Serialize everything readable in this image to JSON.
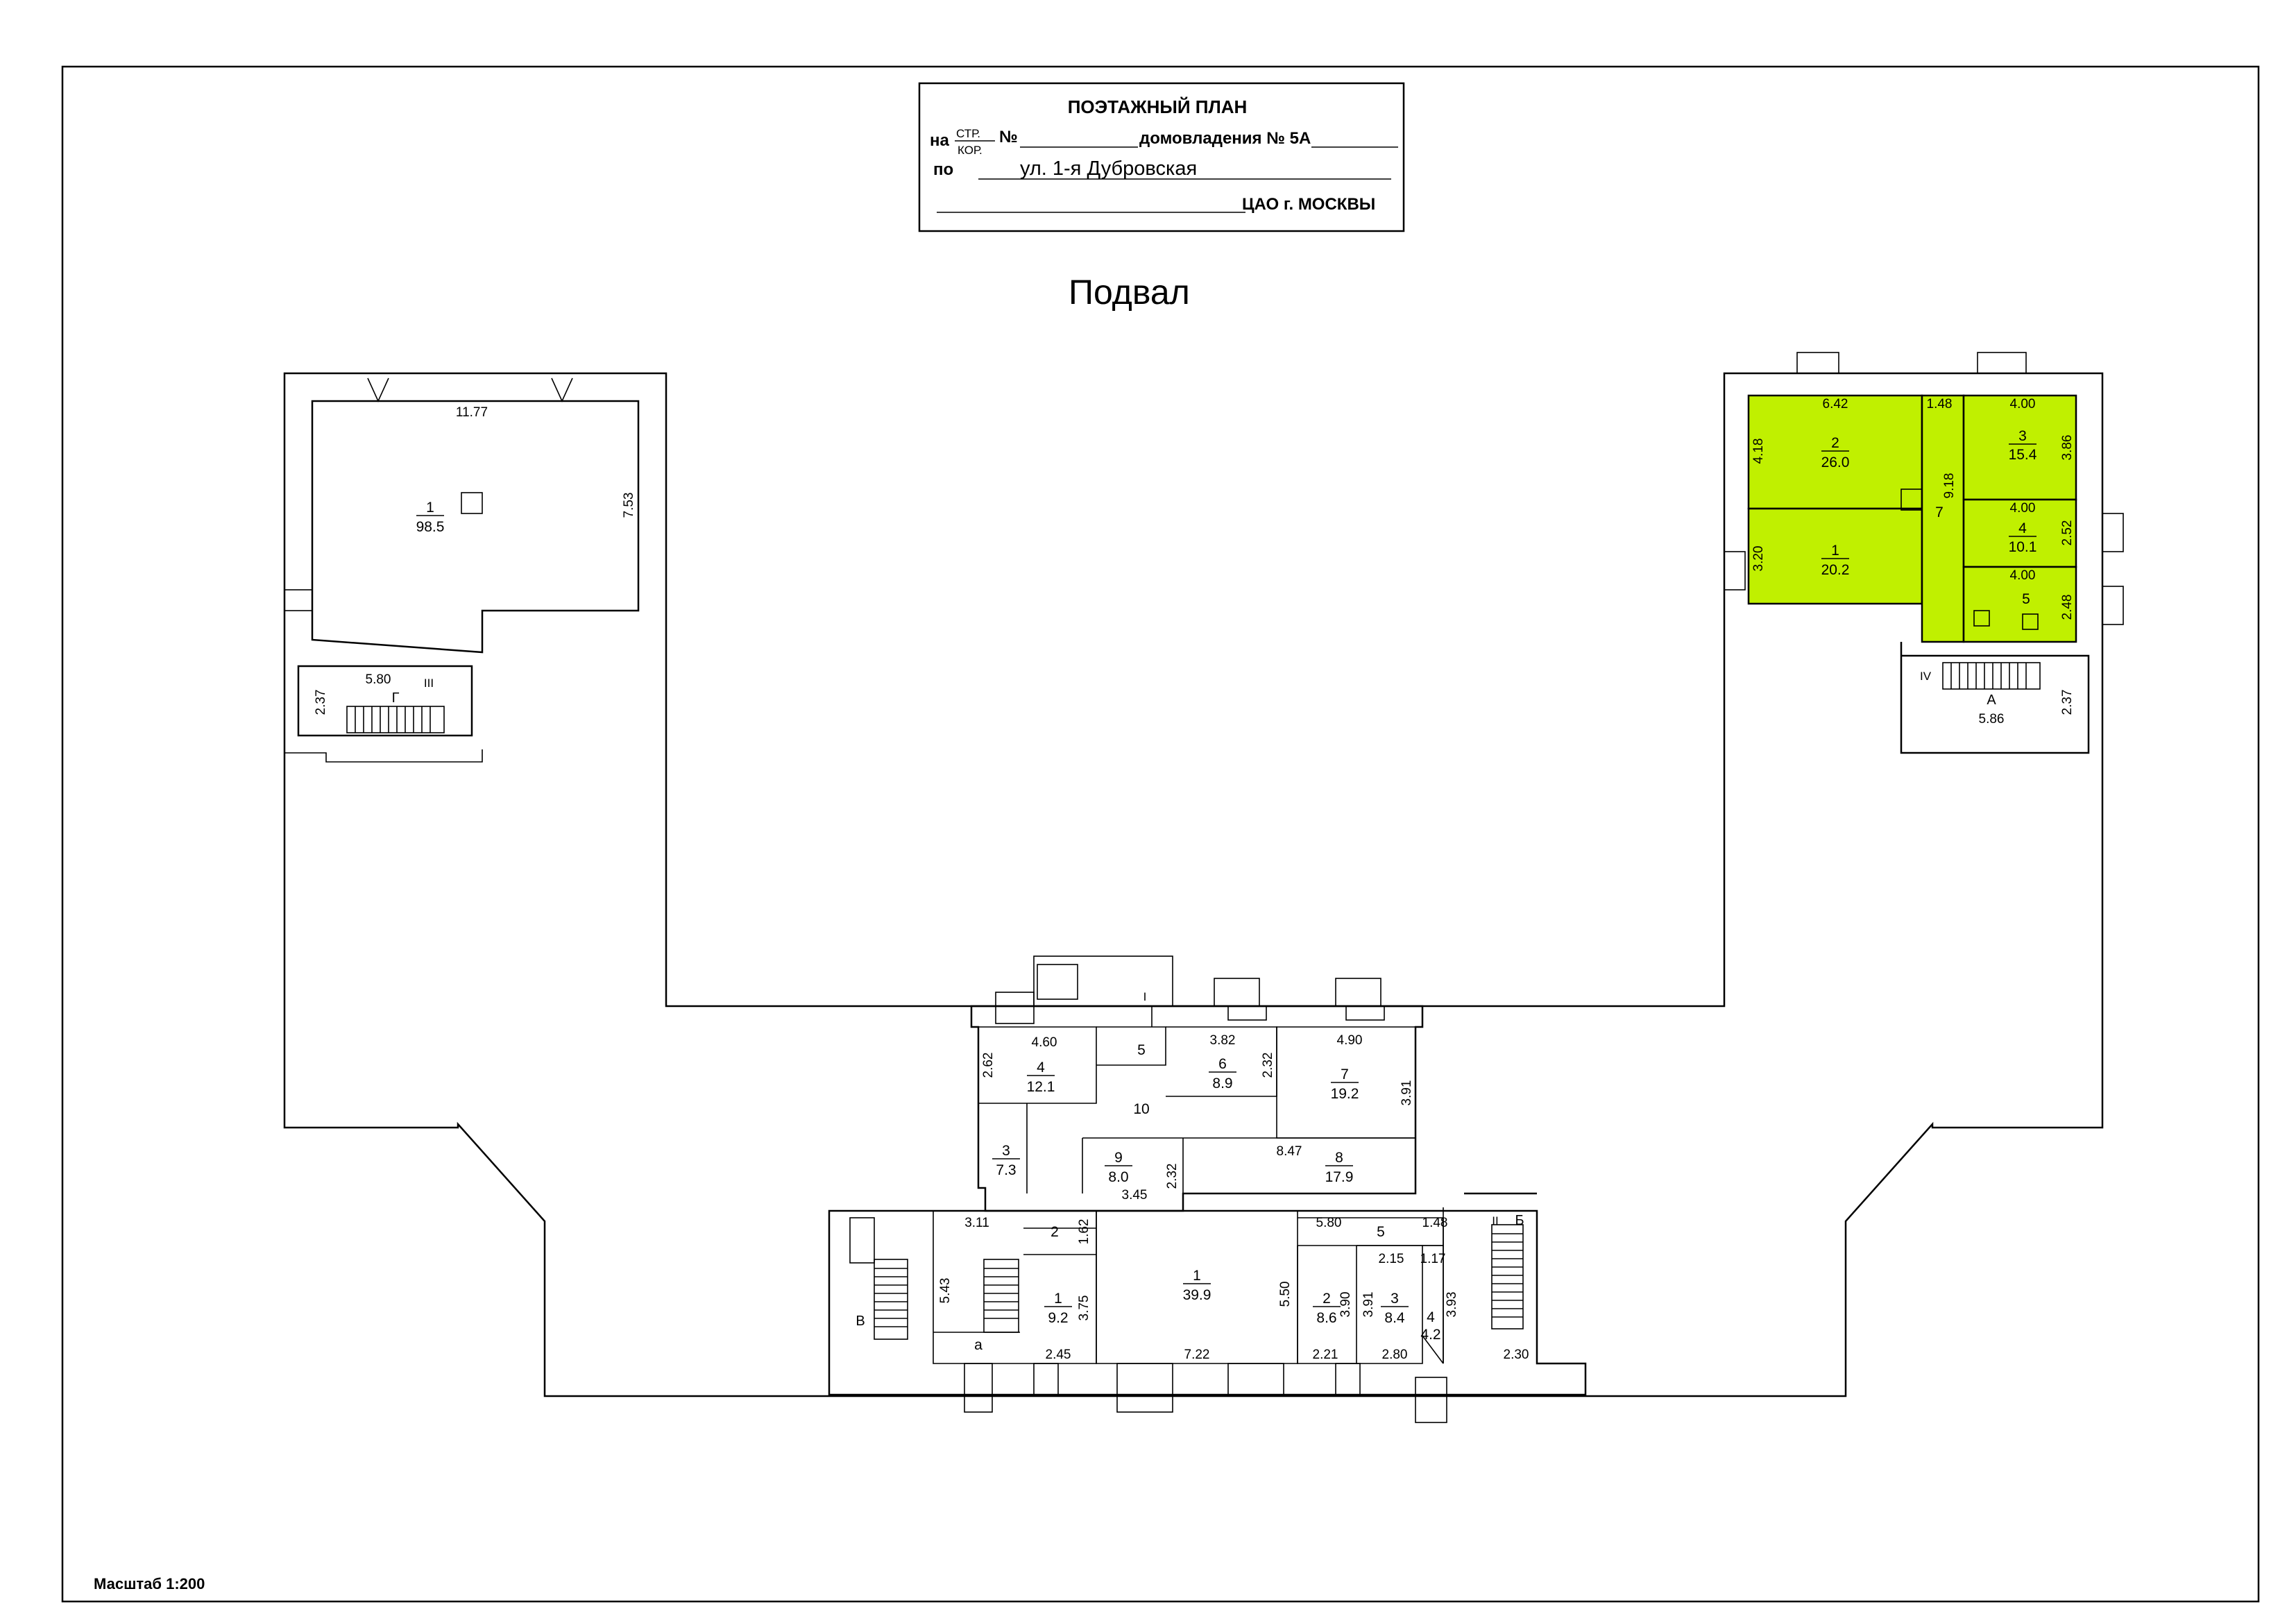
{
  "title_block": {
    "title": "ПОЭТАЖНЫЙ ПЛАН",
    "na": "на",
    "str": "СТР.",
    "kor": "КОР.",
    "num_sign": "№",
    "domovladeniya": "домовладения № 5А",
    "po": "по",
    "street": "ул. 1-я Дубровская",
    "district": "ЦАО г. МОСКВЫ"
  },
  "floor_name": "Подвал",
  "scale": "Масштаб 1:200",
  "colors": {
    "highlight": "#c0f000",
    "line": "#000000"
  },
  "left_wing": {
    "room_num": "1",
    "room_area": "98.5",
    "dim_top": "11.77",
    "dim_right": "7.53",
    "stair_dim_top": "5.80",
    "stair_dim_left": "2.37",
    "stair_letter": "Г",
    "stair_roman": "III"
  },
  "right_wing": {
    "rooms": [
      {
        "num": "2",
        "area": "26.0"
      },
      {
        "num": "1",
        "area": "20.2"
      },
      {
        "num": "3",
        "area": "15.4"
      },
      {
        "num": "4",
        "area": "10.1"
      },
      {
        "num": "5",
        "area": ""
      },
      {
        "num": "7",
        "area": ""
      }
    ],
    "dims": [
      "6.42",
      "1.48",
      "4.00",
      "4.18",
      "3.86",
      "9.18",
      "4.00",
      "2.52",
      "3.20",
      "4.00",
      "2.48",
      "2.37",
      "5.86"
    ],
    "stair_letter": "А",
    "stair_roman": "IV"
  },
  "center": {
    "rooms_upper": [
      {
        "num": "4",
        "area": "12.1"
      },
      {
        "num": "5",
        "area": ""
      },
      {
        "num": "6",
        "area": "8.9"
      },
      {
        "num": "7",
        "area": "19.2"
      },
      {
        "num": "10",
        "area": ""
      },
      {
        "num": "3",
        "area": "7.3"
      },
      {
        "num": "9",
        "area": "8.0"
      },
      {
        "num": "8",
        "area": "17.9"
      }
    ],
    "dims_upper": [
      "4.60",
      "2.62",
      "3.82",
      "2.32",
      "4.90",
      "3.91",
      "8.47",
      "2.32",
      "3.45"
    ],
    "roman_top": "I",
    "rooms_lower": [
      {
        "num": "2",
        "area": ""
      },
      {
        "num": "1",
        "area": "9.2"
      },
      {
        "num": "1",
        "area": "39.9"
      },
      {
        "num": "2",
        "area": "8.6"
      },
      {
        "num": "3",
        "area": "8.4"
      },
      {
        "num": "4",
        "area": "4.2"
      },
      {
        "num": "5",
        "area": ""
      },
      {
        "num": "а",
        "area": ""
      }
    ],
    "dims_lower": [
      "3.11",
      "1.62",
      "5.43",
      "3.75",
      "2.45",
      "7.22",
      "5.50",
      "5.80",
      "1.48",
      "2.15",
      "1.17",
      "3.90",
      "3.91",
      "3.93",
      "2.21",
      "2.80",
      "2.30"
    ],
    "stair_left_letter": "В",
    "stair_right_letter": "Б",
    "stair_right_roman": "II"
  }
}
